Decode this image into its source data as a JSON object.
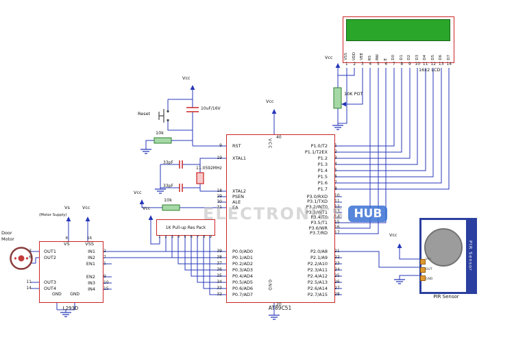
{
  "watermark": {
    "word": "ELECTRONICS",
    "badge": "HUB"
  },
  "power": {
    "vcc": "Vcc",
    "vs": "Vs",
    "motor_supply": "(Motor Supply)"
  },
  "reset_circuit": {
    "button_label": "Reset",
    "capacitor": "10uF/16V",
    "pulldown_resistor": "10k"
  },
  "oscillator": {
    "cap_top": "33pF",
    "cap_bottom": "33pF",
    "frequency": "11.0592MHz"
  },
  "ea_circuit": {
    "resistor": "10k"
  },
  "respack": {
    "label": "1K Pull-up Res Pack",
    "pins": [
      "1",
      "2",
      "3",
      "4",
      "5",
      "6",
      "7",
      "8",
      "9"
    ]
  },
  "pot": {
    "label": "10K POT"
  },
  "lcd": {
    "name": "16x2 LCD",
    "pins": [
      {
        "num": "1",
        "label": "VSS"
      },
      {
        "num": "2",
        "label": "VDD"
      },
      {
        "num": "3",
        "label": "VEE"
      },
      {
        "num": "4",
        "label": "RS"
      },
      {
        "num": "5",
        "label": "RW"
      },
      {
        "num": "6",
        "label": "E"
      },
      {
        "num": "7",
        "label": "D0"
      },
      {
        "num": "8",
        "label": "D1"
      },
      {
        "num": "9",
        "label": "D2"
      },
      {
        "num": "10",
        "label": "D3"
      },
      {
        "num": "11",
        "label": "D4"
      },
      {
        "num": "12",
        "label": "D5"
      },
      {
        "num": "13",
        "label": "D6"
      },
      {
        "num": "14",
        "label": "D7"
      }
    ]
  },
  "mcu": {
    "name": "AT89C51",
    "vcc_pin": {
      "num": "40",
      "label": "VCC"
    },
    "gnd_pin": {
      "num": "20",
      "label": "GND"
    },
    "left_top": [
      {
        "num": "9",
        "label": "RST"
      },
      {
        "num": "19",
        "label": "XTAL1"
      }
    ],
    "left_mid": [
      {
        "num": "18",
        "label": "XTAL2"
      },
      {
        "num": "29",
        "label": "PSEN"
      },
      {
        "num": "30",
        "label": "ALE"
      },
      {
        "num": "31",
        "label": "EA"
      }
    ],
    "left_p0": [
      {
        "num": "39",
        "label": "P0.0/AD0"
      },
      {
        "num": "38",
        "label": "P0.1/AD1"
      },
      {
        "num": "37",
        "label": "P0.2/AD2"
      },
      {
        "num": "36",
        "label": "P0.3/AD3"
      },
      {
        "num": "35",
        "label": "P0.4/AD4"
      },
      {
        "num": "34",
        "label": "P0.5/AD5"
      },
      {
        "num": "33",
        "label": "P0.6/AD6"
      },
      {
        "num": "32",
        "label": "P0.7/AD7"
      }
    ],
    "right_p1": [
      {
        "num": "1",
        "label": "P1.0/T2"
      },
      {
        "num": "2",
        "label": "P1.1/T2EX"
      },
      {
        "num": "3",
        "label": "P1.2"
      },
      {
        "num": "4",
        "label": "P1.3"
      },
      {
        "num": "5",
        "label": "P1.4"
      },
      {
        "num": "6",
        "label": "P1.5"
      },
      {
        "num": "7",
        "label": "P1.6"
      },
      {
        "num": "8",
        "label": "P1.7"
      }
    ],
    "right_p3": [
      {
        "num": "10",
        "label": "P3.0/RXD"
      },
      {
        "num": "11",
        "label": "P3.1/TXD"
      },
      {
        "num": "12",
        "label": "P3.2/INT0"
      },
      {
        "num": "13",
        "label": "P3.3/INT1"
      },
      {
        "num": "14",
        "label": "P3.4/T0"
      },
      {
        "num": "15",
        "label": "P3.5/T1"
      },
      {
        "num": "16",
        "label": "P3.6/WR"
      },
      {
        "num": "17",
        "label": "P3.7/RD"
      }
    ],
    "right_p2": [
      {
        "num": "21",
        "label": "P2.0/A8"
      },
      {
        "num": "22",
        "label": "P2.1/A9"
      },
      {
        "num": "23",
        "label": "P2.2/A10"
      },
      {
        "num": "24",
        "label": "P2.3/A11"
      },
      {
        "num": "25",
        "label": "P2.4/A12"
      },
      {
        "num": "26",
        "label": "P2.5/A13"
      },
      {
        "num": "27",
        "label": "P2.6/A14"
      },
      {
        "num": "28",
        "label": "P2.7/A15"
      }
    ]
  },
  "driver": {
    "name": "L293D",
    "top_pins": [
      {
        "num": "8",
        "label": "VS"
      },
      {
        "num": "16",
        "label": "VSS"
      }
    ],
    "left_out12": [
      {
        "num": "3",
        "label": "OUT1"
      },
      {
        "num": "6",
        "label": "OUT2"
      }
    ],
    "left_out34": [
      {
        "num": "11",
        "label": "OUT3"
      },
      {
        "num": "14",
        "label": "OUT4"
      }
    ],
    "right_in12": [
      {
        "num": "2",
        "label": "IN1"
      },
      {
        "num": "7",
        "label": "IN2"
      },
      {
        "num": "1",
        "label": "EN1"
      }
    ],
    "right_in34": [
      {
        "num": "9",
        "label": "EN2"
      },
      {
        "num": "10",
        "label": "IN3"
      },
      {
        "num": "15",
        "label": "IN4"
      }
    ],
    "bottom_pins": [
      "GND",
      "GND"
    ]
  },
  "motor": {
    "line1": "Door",
    "line2": "Motor"
  },
  "pir": {
    "side_label": "PIR Sensor",
    "caption": "PIR Sensor",
    "pins": [
      "Vcc",
      "OUT",
      "GND"
    ]
  },
  "colors": {
    "wire": "#2536b8",
    "component_outline": "#cc2222",
    "resistor_fill": "#a6d8a6",
    "lcd_screen": "#2aa62a",
    "pir_frame": "#2a3f9f",
    "watermark_badge": "#3a72d4"
  }
}
